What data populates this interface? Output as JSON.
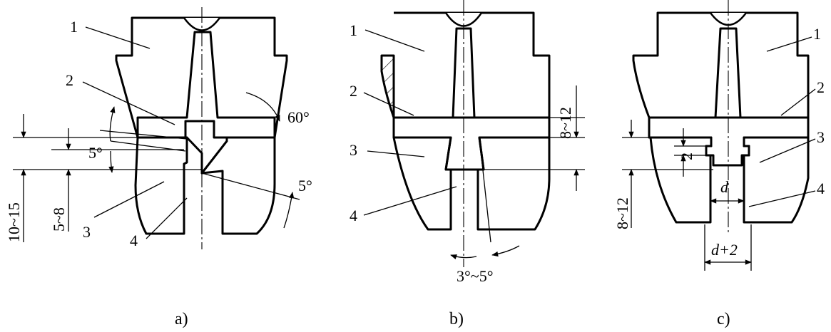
{
  "figures": [
    {
      "caption": "a)",
      "parts": [
        "1",
        "2",
        "3",
        "4"
      ],
      "dimensions": [
        "10~15",
        "5~8"
      ],
      "angles": [
        "60°",
        "5°",
        "5°"
      ]
    },
    {
      "caption": "b)",
      "parts": [
        "1",
        "2",
        "3",
        "4"
      ],
      "dimensions": [
        "8~12"
      ],
      "angles": [
        "3°~5°"
      ]
    },
    {
      "caption": "c)",
      "parts": [
        "1",
        "2",
        "3",
        "4"
      ],
      "dimensions": [
        "8~12",
        "2",
        "d",
        "d+2"
      ]
    }
  ],
  "colors": {
    "stroke": "#000000",
    "background": "#ffffff"
  }
}
